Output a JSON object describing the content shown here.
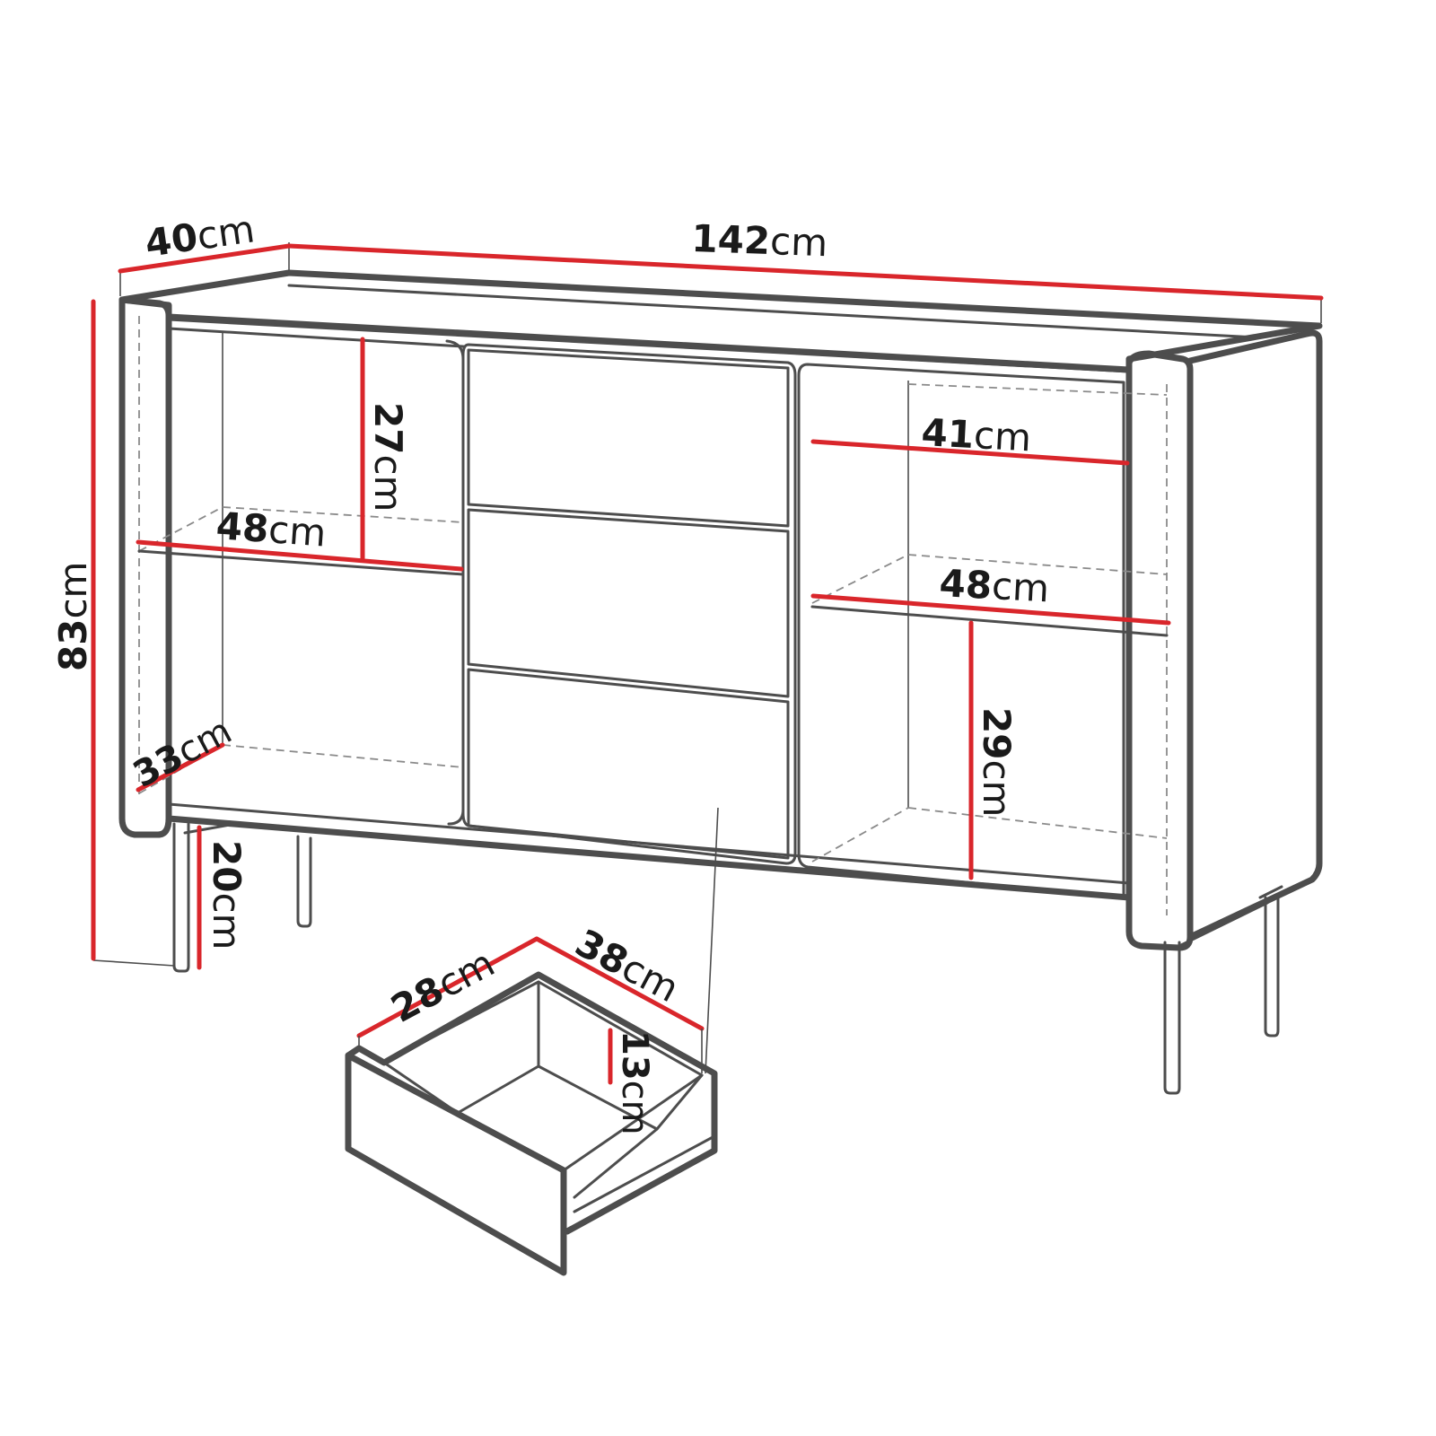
{
  "colors": {
    "outline": "#4d4d4d",
    "dimension_line": "#d9262b",
    "text": "#1a1a1a",
    "background": "#ffffff"
  },
  "dimensions": {
    "depth": {
      "value": "40",
      "unit": "cm"
    },
    "width": {
      "value": "142",
      "unit": "cm"
    },
    "height": {
      "value": "83",
      "unit": "cm"
    },
    "left_shelf_gap": {
      "value": "27",
      "unit": "cm"
    },
    "left_inner_width": {
      "value": "48",
      "unit": "cm"
    },
    "right_upper_width": {
      "value": "41",
      "unit": "cm"
    },
    "right_inner_width": {
      "value": "48",
      "unit": "cm"
    },
    "right_lower_height": {
      "value": "29",
      "unit": "cm"
    },
    "inner_depth": {
      "value": "33",
      "unit": "cm"
    },
    "leg_height": {
      "value": "20",
      "unit": "cm"
    },
    "drawer_depth": {
      "value": "28",
      "unit": "cm"
    },
    "drawer_width": {
      "value": "38",
      "unit": "cm"
    },
    "drawer_height": {
      "value": "13",
      "unit": "cm"
    }
  }
}
